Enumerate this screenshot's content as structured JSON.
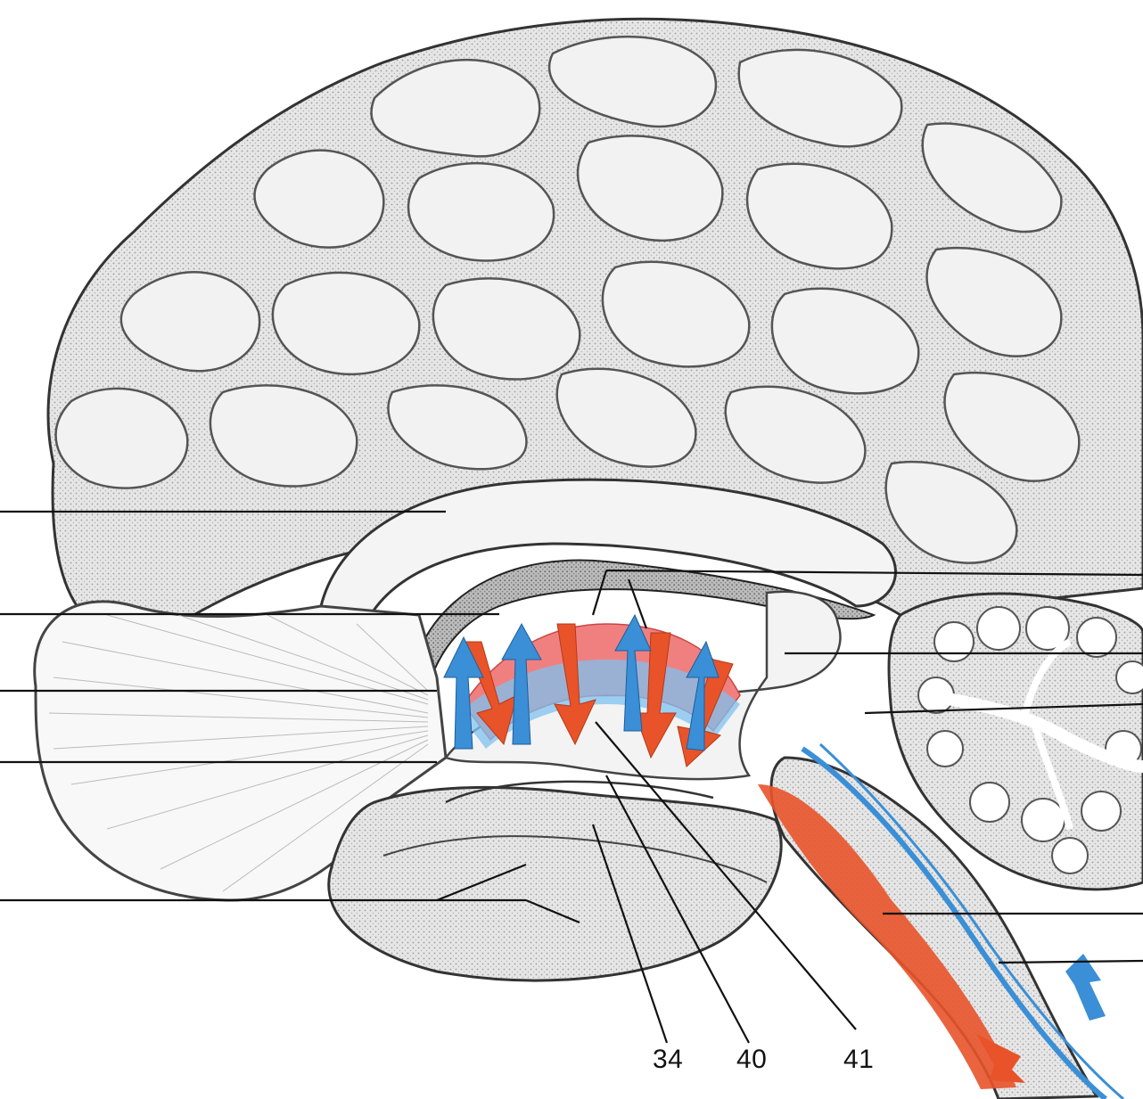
{
  "diagram": {
    "labels": [
      {
        "id": "label-34",
        "text": "34"
      },
      {
        "id": "label-40",
        "text": "40"
      },
      {
        "id": "label-41",
        "text": "41"
      }
    ],
    "colors": {
      "motor_pathway": "#e8532a",
      "sensory_pathway": "#3a8fd6",
      "thalamus_pink": "#f06a6a",
      "outline": "#333333",
      "gyri_shade": "#cfcfcf",
      "white_matter": "#f7f7f7"
    }
  }
}
